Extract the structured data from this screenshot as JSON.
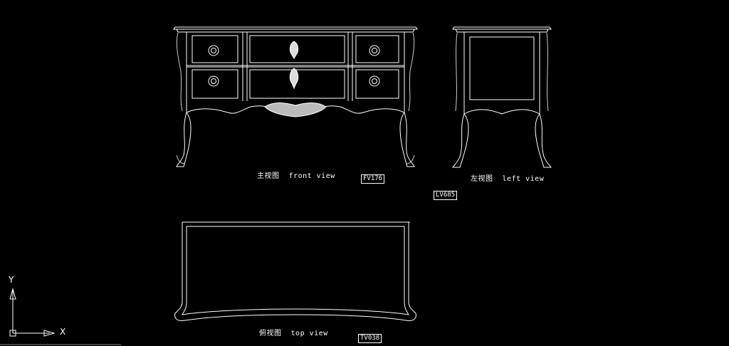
{
  "views": {
    "front": {
      "caption": "主视图  front view",
      "tag": "FV176"
    },
    "left": {
      "caption": "左视图  left view",
      "tag": "LV685"
    },
    "top": {
      "caption": "俯视图  top view",
      "tag": "TV038"
    }
  },
  "ucs": {
    "x_label": "X",
    "y_label": "Y"
  },
  "colors": {
    "background": "#000000",
    "line": "#ffffff"
  }
}
